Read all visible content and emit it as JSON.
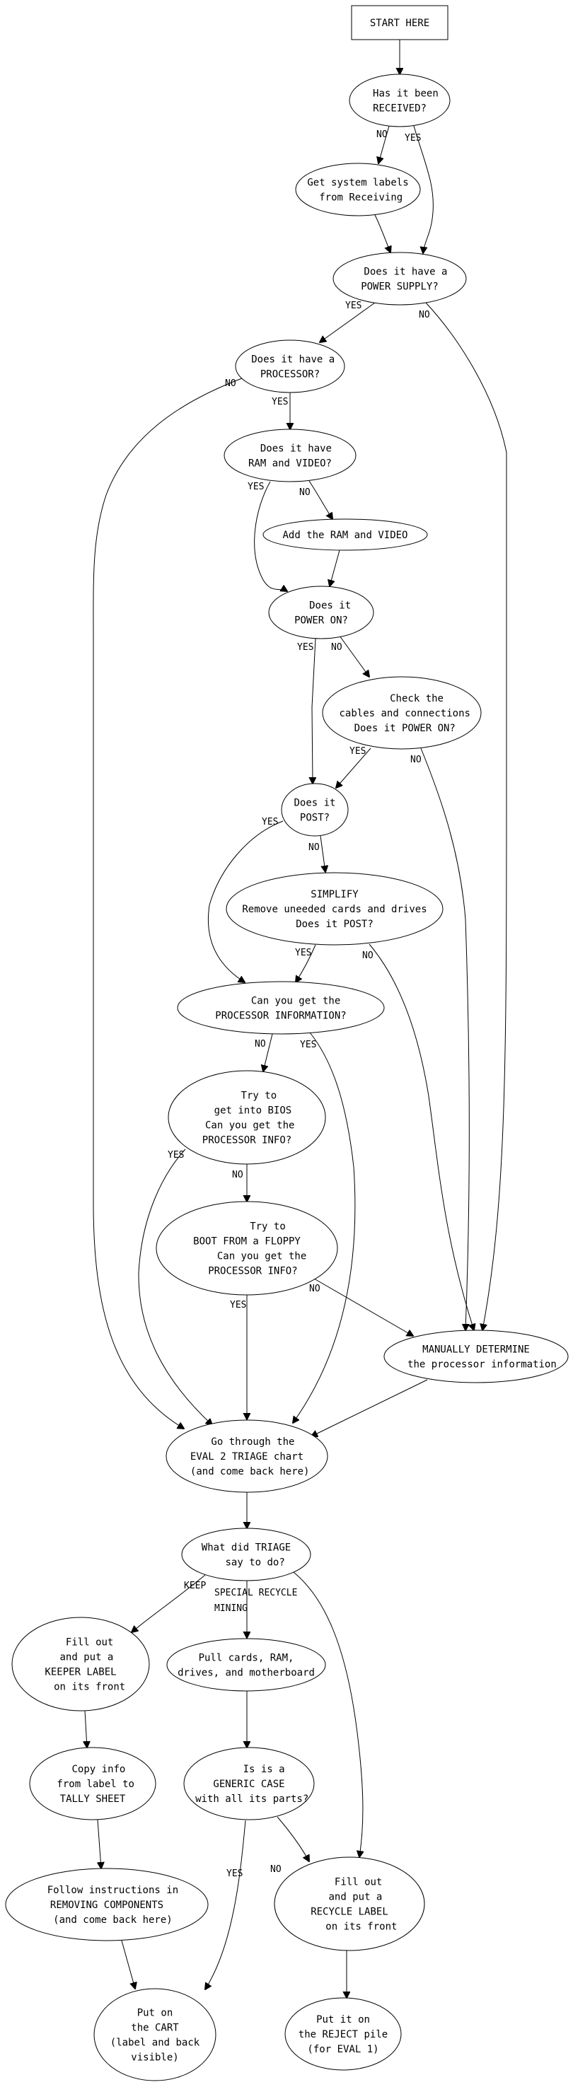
{
  "diagram": {
    "type": "flowchart",
    "nodes": [
      {
        "id": "start",
        "shape": "box",
        "lines": [
          "START HERE"
        ]
      },
      {
        "id": "received",
        "shape": "ellipse",
        "lines": [
          "  Has it been",
          "RECEIVED?"
        ]
      },
      {
        "id": "labels",
        "shape": "ellipse",
        "lines": [
          "Get system labels",
          " from Receiving"
        ]
      },
      {
        "id": "psu",
        "shape": "ellipse",
        "lines": [
          "  Does it have a",
          "POWER SUPPLY?"
        ]
      },
      {
        "id": "cpu",
        "shape": "ellipse",
        "lines": [
          " Does it have a",
          "PROCESSOR?"
        ]
      },
      {
        "id": "ramvid",
        "shape": "ellipse",
        "lines": [
          "  Does it have",
          "RAM and VIDEO?"
        ]
      },
      {
        "id": "addram",
        "shape": "ellipse",
        "lines": [
          "Add the RAM and VIDEO"
        ]
      },
      {
        "id": "poweron",
        "shape": "ellipse",
        "lines": [
          "   Does it",
          "POWER ON?"
        ]
      },
      {
        "id": "cables",
        "shape": "ellipse",
        "lines": [
          "     Check the",
          " cables and connections",
          " Does it POWER ON?"
        ]
      },
      {
        "id": "post",
        "shape": "ellipse",
        "lines": [
          "Does it",
          "POST?"
        ]
      },
      {
        "id": "simplify",
        "shape": "ellipse",
        "lines": [
          "SIMPLIFY",
          "Remove uneeded cards and drives",
          "Does it POST?"
        ]
      },
      {
        "id": "procinfo",
        "shape": "ellipse",
        "lines": [
          "     Can you get the",
          "PROCESSOR INFORMATION?"
        ]
      },
      {
        "id": "bios",
        "shape": "ellipse",
        "lines": [
          "    Try to",
          "  get into BIOS",
          " Can you get the",
          "PROCESSOR INFO?"
        ]
      },
      {
        "id": "floppy",
        "shape": "ellipse",
        "lines": [
          "       Try to",
          "BOOT FROM a FLOPPY",
          "     Can you get the",
          "  PROCESSOR INFO?"
        ]
      },
      {
        "id": "manual",
        "shape": "ellipse",
        "lines": [
          "MANUALLY DETERMINE",
          "  the processor information"
        ]
      },
      {
        "id": "eval2",
        "shape": "ellipse",
        "lines": [
          "  Go through the",
          "EVAL 2 TRIAGE chart",
          " (and come back here)"
        ]
      },
      {
        "id": "triage",
        "shape": "ellipse",
        "lines": [
          "What did TRIAGE",
          "   say to do?"
        ]
      },
      {
        "id": "keeper",
        "shape": "ellipse",
        "lines": [
          "   Fill out",
          "  and put a",
          "KEEPER LABEL",
          "   on its front"
        ]
      },
      {
        "id": "pull",
        "shape": "ellipse",
        "lines": [
          "Pull cards, RAM,",
          "drives, and motherboard"
        ]
      },
      {
        "id": "tally",
        "shape": "ellipse",
        "lines": [
          "  Copy info",
          " from label to",
          "TALLY SHEET"
        ]
      },
      {
        "id": "generic",
        "shape": "ellipse",
        "lines": [
          "     Is is a",
          "GENERIC CASE",
          " with all its parts?"
        ]
      },
      {
        "id": "removing",
        "shape": "ellipse",
        "lines": [
          "  Follow instructions in",
          "REMOVING COMPONENTS",
          "  (and come back here)"
        ]
      },
      {
        "id": "recycle",
        "shape": "ellipse",
        "lines": [
          "   Fill out",
          "  and put a",
          "RECYCLE LABEL",
          "    on its front"
        ]
      },
      {
        "id": "cart",
        "shape": "ellipse",
        "lines": [
          "Put on",
          "the CART",
          "(label and back",
          "visible)"
        ]
      },
      {
        "id": "reject",
        "shape": "ellipse",
        "lines": [
          "Put it on",
          "the REJECT pile",
          "(for EVAL 1)"
        ]
      }
    ],
    "edges": [
      {
        "from": "start",
        "to": "received",
        "label": ""
      },
      {
        "from": "received",
        "to": "labels",
        "label": "NO"
      },
      {
        "from": "received",
        "to": "psu",
        "label": "YES"
      },
      {
        "from": "labels",
        "to": "psu",
        "label": ""
      },
      {
        "from": "psu",
        "to": "cpu",
        "label": "YES"
      },
      {
        "from": "psu",
        "to": "manual",
        "label": "NO"
      },
      {
        "from": "cpu",
        "to": "eval2",
        "label": "NO"
      },
      {
        "from": "cpu",
        "to": "ramvid",
        "label": "YES"
      },
      {
        "from": "ramvid",
        "to": "poweron",
        "label": "YES"
      },
      {
        "from": "ramvid",
        "to": "addram",
        "label": "NO"
      },
      {
        "from": "addram",
        "to": "poweron",
        "label": ""
      },
      {
        "from": "poweron",
        "to": "post",
        "label": "YES"
      },
      {
        "from": "poweron",
        "to": "cables",
        "label": "NO"
      },
      {
        "from": "cables",
        "to": "post",
        "label": "YES"
      },
      {
        "from": "cables",
        "to": "manual",
        "label": "NO"
      },
      {
        "from": "post",
        "to": "procinfo",
        "label": "YES"
      },
      {
        "from": "post",
        "to": "simplify",
        "label": "NO"
      },
      {
        "from": "simplify",
        "to": "procinfo",
        "label": "YES"
      },
      {
        "from": "simplify",
        "to": "manual",
        "label": "NO"
      },
      {
        "from": "procinfo",
        "to": "bios",
        "label": "NO"
      },
      {
        "from": "procinfo",
        "to": "eval2",
        "label": "YES"
      },
      {
        "from": "bios",
        "to": "eval2",
        "label": "YES"
      },
      {
        "from": "bios",
        "to": "floppy",
        "label": "NO"
      },
      {
        "from": "floppy",
        "to": "eval2",
        "label": "YES"
      },
      {
        "from": "floppy",
        "to": "manual",
        "label": "NO"
      },
      {
        "from": "manual",
        "to": "eval2",
        "label": ""
      },
      {
        "from": "eval2",
        "to": "triage",
        "label": ""
      },
      {
        "from": "triage",
        "to": "keeper",
        "label": "KEEP"
      },
      {
        "from": "triage",
        "to": "pull",
        "label": "SPECIAL RECYCLE\nMINING"
      },
      {
        "from": "triage",
        "to": "recycle",
        "label": ""
      },
      {
        "from": "keeper",
        "to": "tally",
        "label": ""
      },
      {
        "from": "pull",
        "to": "generic",
        "label": ""
      },
      {
        "from": "tally",
        "to": "removing",
        "label": ""
      },
      {
        "from": "generic",
        "to": "cart",
        "label": "YES"
      },
      {
        "from": "generic",
        "to": "recycle",
        "label": "NO"
      },
      {
        "from": "removing",
        "to": "cart",
        "label": ""
      },
      {
        "from": "recycle",
        "to": "reject",
        "label": ""
      }
    ]
  }
}
